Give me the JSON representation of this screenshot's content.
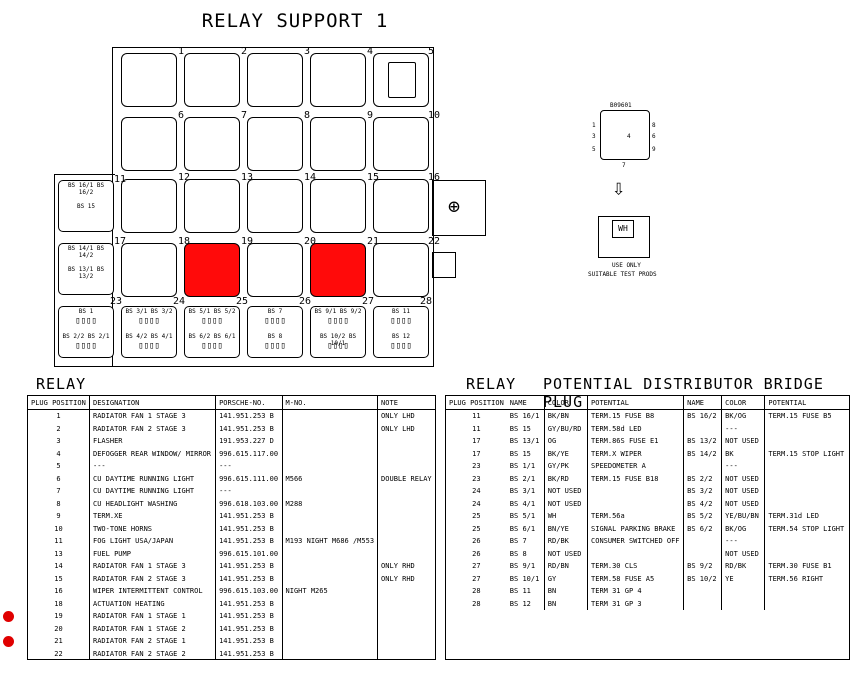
{
  "diagram_title": "RELAY SUPPORT 1",
  "slot_numbers": [
    "1",
    "2",
    "3",
    "4",
    "5",
    "6",
    "7",
    "8",
    "9",
    "10",
    "11",
    "12",
    "13",
    "14",
    "15",
    "16",
    "17",
    "18",
    "19",
    "20",
    "21",
    "22",
    "23",
    "24",
    "25",
    "26",
    "27",
    "28"
  ],
  "highlighted_slots": [
    "19",
    "21"
  ],
  "highlight_color": "#ff0a0a",
  "marker_color": "#e00000",
  "bridge_plugs": [
    {
      "top": [
        "BS 16/1",
        "BS 16/2"
      ],
      "mid": "BS 15"
    },
    {
      "top": [
        "BS 14/1",
        "BS 14/2"
      ],
      "mid": "BS 13/1 BS 13/2"
    }
  ],
  "bottom_plugs": [
    {
      "top": "BS 1",
      "bottom": "BS 2/2 BS 2/1"
    },
    {
      "top": "BS 3/1 BS 3/2",
      "bottom": "BS 4/2 BS 4/1"
    },
    {
      "top": "BS 5/1 BS 5/2",
      "bottom": "BS 6/2 BS 6/1"
    },
    {
      "top": "BS 7",
      "bottom": "BS 8"
    },
    {
      "top": "BS 9/1 BS 9/2",
      "bottom": "BS 10/2 BS 10/1"
    },
    {
      "top": "BS 11",
      "bottom": "BS 12"
    }
  ],
  "socket_detail": {
    "label": "B09601",
    "pins_left": [
      "1",
      "3",
      "5"
    ],
    "pins_right": [
      "8",
      "6",
      "9"
    ],
    "pin_center": "4",
    "pin_bottom": "7",
    "probe_label": "WH",
    "note_line1": "USE ONLY",
    "note_line2": "SUITABLE TEST PRODS"
  },
  "relay_table": {
    "caption": "RELAY",
    "headers": [
      "PLUG POSITION",
      "DESIGNATION",
      "PORSCHE-NO.",
      "M-NO.",
      "NOTE"
    ],
    "rows": [
      {
        "pos": "1",
        "designation": "RADIATOR FAN 1  STAGE 3",
        "porsche": "141.951.253 B",
        "mno": "",
        "note": "ONLY LHD",
        "marked": false
      },
      {
        "pos": "2",
        "designation": "RADIATOR FAN 2  STAGE 3",
        "porsche": "141.951.253 B",
        "mno": "",
        "note": "ONLY LHD",
        "marked": false
      },
      {
        "pos": "3",
        "designation": "FLASHER",
        "porsche": "191.953.227 D",
        "mno": "",
        "note": "",
        "marked": false
      },
      {
        "pos": "4",
        "designation": "DEFOGGER REAR WINDOW/ MIRROR",
        "porsche": "996.615.117.00",
        "mno": "",
        "note": "",
        "marked": false
      },
      {
        "pos": "5",
        "designation": "---",
        "porsche": "---",
        "mno": "",
        "note": "",
        "marked": false
      },
      {
        "pos": "6",
        "designation": "CU DAYTIME RUNNING LIGHT",
        "porsche": "996.615.111.00",
        "mno": "M566",
        "note": "DOUBLE RELAY",
        "marked": false
      },
      {
        "pos": "7",
        "designation": "CU DAYTIME RUNNING LIGHT",
        "porsche": "---",
        "mno": "",
        "note": "",
        "marked": false
      },
      {
        "pos": "8",
        "designation": "CU HEADLIGHT WASHING",
        "porsche": "996.618.103.00",
        "mno": "M288",
        "note": "",
        "marked": false
      },
      {
        "pos": "9",
        "designation": "TERM.XE",
        "porsche": "141.951.253 B",
        "mno": "",
        "note": "",
        "marked": false
      },
      {
        "pos": "10",
        "designation": "TWO-TONE HORNS",
        "porsche": "141.951.253 B",
        "mno": "",
        "note": "",
        "marked": false
      },
      {
        "pos": "11",
        "designation": "FOG LIGHT  USA/JAPAN",
        "porsche": "141.951.253 B",
        "mno": "M193 NIGHT M686 /M553",
        "note": "",
        "marked": false
      },
      {
        "pos": "13",
        "designation": "FUEL PUMP",
        "porsche": "996.615.101.00",
        "mno": "",
        "note": "",
        "marked": false
      },
      {
        "pos": "14",
        "designation": "RADIATOR FAN 1  STAGE 3",
        "porsche": "141.951.253 B",
        "mno": "",
        "note": "ONLY RHD",
        "marked": false
      },
      {
        "pos": "15",
        "designation": "RADIATOR FAN 2  STAGE 3",
        "porsche": "141.951.253 B",
        "mno": "",
        "note": "ONLY RHD",
        "marked": false
      },
      {
        "pos": "16",
        "designation": "WIPER INTERMITTENT CONTROL",
        "porsche": "996.615.103.00",
        "mno": "NIGHT M265",
        "note": "",
        "marked": false
      },
      {
        "pos": "18",
        "designation": "ACTUATION HEATING",
        "porsche": "141.951.253 B",
        "mno": "",
        "note": "",
        "marked": false
      },
      {
        "pos": "19",
        "designation": "RADIATOR FAN 1  STAGE 1",
        "porsche": "141.951.253 B",
        "mno": "",
        "note": "",
        "marked": true
      },
      {
        "pos": "20",
        "designation": "RADIATOR FAN 1  STAGE 2",
        "porsche": "141.951.253 B",
        "mno": "",
        "note": "",
        "marked": false
      },
      {
        "pos": "21",
        "designation": "RADIATOR FAN 2  STAGE 1",
        "porsche": "141.951.253 B",
        "mno": "",
        "note": "",
        "marked": true
      },
      {
        "pos": "22",
        "designation": "RADIATOR FAN 2  STAGE 2",
        "porsche": "141.951.253 B",
        "mno": "",
        "note": "",
        "marked": false
      }
    ]
  },
  "distributor_table": {
    "caption_relay": "RELAY",
    "caption_main": "POTENTIAL DISTRIBUTOR  BRIDGE PLUG",
    "headers": [
      "PLUG POSITION",
      "NAME",
      "COLOR",
      "POTENTIAL",
      "NAME",
      "COLOR",
      "POTENTIAL"
    ],
    "rows": [
      {
        "pos": "11",
        "name": "BS 16/1",
        "color": "BK/BN",
        "potential": "TERM.15  FUSE B8",
        "name2": "BS 16/2",
        "color2": "BK/OG",
        "potential2": "TERM.15  FUSE B5"
      },
      {
        "pos": "11",
        "name": "BS 15",
        "color": "GY/BU/RD",
        "potential": "TERM.58d LED",
        "name2": "",
        "color2": "---",
        "potential2": ""
      },
      {
        "pos": "17",
        "name": "BS 13/1",
        "color": "OG",
        "potential": "TERM.86S FUSE E1",
        "name2": "BS 13/2",
        "color2": "NOT USED",
        "potential2": ""
      },
      {
        "pos": "17",
        "name": "BS 15",
        "color": "BK/YE",
        "potential": "TERM.X   WIPER",
        "name2": "BS 14/2",
        "color2": "BK",
        "potential2": "TERM.15  STOP LIGHT"
      },
      {
        "pos": "23",
        "name": "BS 1/1",
        "color": "GY/PK",
        "potential": "SPEEDOMETER A",
        "name2": "",
        "color2": "---",
        "potential2": ""
      },
      {
        "pos": "23",
        "name": "BS 2/1",
        "color": "BK/RD",
        "potential": "TERM.15  FUSE B18",
        "name2": "BS 2/2",
        "color2": "NOT USED",
        "potential2": ""
      },
      {
        "pos": "24",
        "name": "BS 3/1",
        "color": "NOT USED",
        "potential": "",
        "name2": "BS 3/2",
        "color2": "NOT USED",
        "potential2": ""
      },
      {
        "pos": "24",
        "name": "BS 4/1",
        "color": "NOT USED",
        "potential": "",
        "name2": "BS 4/2",
        "color2": "NOT USED",
        "potential2": ""
      },
      {
        "pos": "25",
        "name": "BS 5/1",
        "color": "WH",
        "potential": "TERM.56a",
        "name2": "BS 5/2",
        "color2": "YE/BU/BN",
        "potential2": "TERM.31d LED"
      },
      {
        "pos": "25",
        "name": "BS 6/1",
        "color": "BN/YE",
        "potential": "SIGNAL  PARKING BRAKE",
        "name2": "BS 6/2",
        "color2": "BK/OG",
        "potential2": "TERM.54  STOP LIGHT"
      },
      {
        "pos": "26",
        "name": "BS 7",
        "color": "RD/BK",
        "potential": "CONSUMER SWITCHED OFF",
        "name2": "",
        "color2": "---",
        "potential2": ""
      },
      {
        "pos": "26",
        "name": "BS 8",
        "color": "NOT USED",
        "potential": "",
        "name2": "",
        "color2": "NOT USED",
        "potential2": ""
      },
      {
        "pos": "27",
        "name": "BS 9/1",
        "color": "RD/BN",
        "potential": "TERM.30  CLS",
        "name2": "BS 9/2",
        "color2": "RD/BK",
        "potential2": "TERM.30  FUSE B1"
      },
      {
        "pos": "27",
        "name": "BS 10/1",
        "color": "GY",
        "potential": "TERM.58  FUSE A5",
        "name2": "BS 10/2",
        "color2": "YE",
        "potential2": "TERM.56  RIGHT"
      },
      {
        "pos": "28",
        "name": "BS 11",
        "color": "BN",
        "potential": "TERM 31  GP 4",
        "name2": "",
        "color2": "",
        "potential2": ""
      },
      {
        "pos": "28",
        "name": "BS 12",
        "color": "BN",
        "potential": "TERM 31  GP 3",
        "name2": "",
        "color2": "",
        "potential2": ""
      }
    ]
  }
}
